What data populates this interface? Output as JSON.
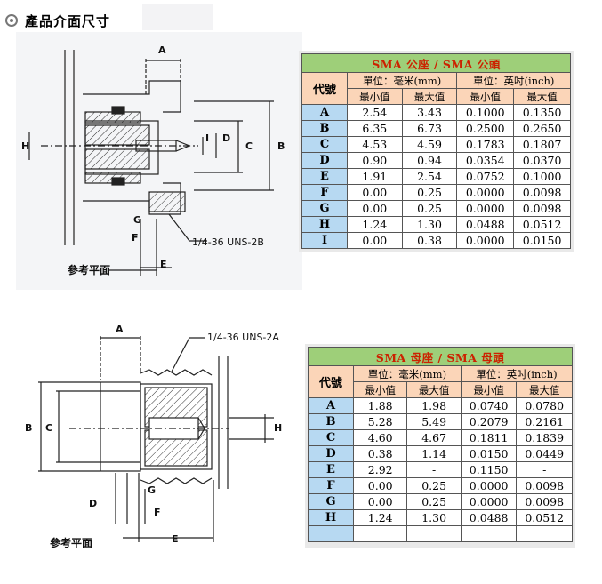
{
  "header": {
    "title": "產品介面尺寸"
  },
  "drawing1": {
    "labels": [
      "A",
      "B",
      "C",
      "D",
      "E",
      "F",
      "G",
      "H",
      "I"
    ],
    "thread": "1/4-36 UNS-2B",
    "ref_plane": "參考平面"
  },
  "drawing2": {
    "labels": [
      "A",
      "B",
      "C",
      "D",
      "E",
      "F",
      "G",
      "H"
    ],
    "thread": "1/4-36 UNS-2A",
    "ref_plane": "參考平面"
  },
  "table1": {
    "caption": "SMA 公座 / SMA 公頭",
    "code_header": "代號",
    "unit_mm": "單位：毫米(mm)",
    "unit_inch": "單位：英吋(inch)",
    "min": "最小值",
    "max": "最大值",
    "rows": [
      {
        "code": "A",
        "mm_min": "2.54",
        "mm_max": "3.43",
        "in_min": "0.1000",
        "in_max": "0.1350"
      },
      {
        "code": "B",
        "mm_min": "6.35",
        "mm_max": "6.73",
        "in_min": "0.2500",
        "in_max": "0.2650"
      },
      {
        "code": "C",
        "mm_min": "4.53",
        "mm_max": "4.59",
        "in_min": "0.1783",
        "in_max": "0.1807"
      },
      {
        "code": "D",
        "mm_min": "0.90",
        "mm_max": "0.94",
        "in_min": "0.0354",
        "in_max": "0.0370"
      },
      {
        "code": "E",
        "mm_min": "1.91",
        "mm_max": "2.54",
        "in_min": "0.0752",
        "in_max": "0.1000"
      },
      {
        "code": "F",
        "mm_min": "0.00",
        "mm_max": "0.25",
        "in_min": "0.0000",
        "in_max": "0.0098"
      },
      {
        "code": "G",
        "mm_min": "0.00",
        "mm_max": "0.25",
        "in_min": "0.0000",
        "in_max": "0.0098"
      },
      {
        "code": "H",
        "mm_min": "1.24",
        "mm_max": "1.30",
        "in_min": "0.0488",
        "in_max": "0.0512"
      },
      {
        "code": "I",
        "mm_min": "0.00",
        "mm_max": "0.38",
        "in_min": "0.0000",
        "in_max": "0.0150"
      }
    ]
  },
  "table2": {
    "caption": "SMA 母座 / SMA 母頭",
    "code_header": "代號",
    "unit_mm": "單位：毫米(mm)",
    "unit_inch": "單位：英吋(inch)",
    "min": "最小值",
    "max": "最大值",
    "rows": [
      {
        "code": "A",
        "mm_min": "1.88",
        "mm_max": "1.98",
        "in_min": "0.0740",
        "in_max": "0.0780"
      },
      {
        "code": "B",
        "mm_min": "5.28",
        "mm_max": "5.49",
        "in_min": "0.2079",
        "in_max": "0.2161"
      },
      {
        "code": "C",
        "mm_min": "4.60",
        "mm_max": "4.67",
        "in_min": "0.1811",
        "in_max": "0.1839"
      },
      {
        "code": "D",
        "mm_min": "0.38",
        "mm_max": "1.14",
        "in_min": "0.0150",
        "in_max": "0.0449"
      },
      {
        "code": "E",
        "mm_min": "2.92",
        "mm_max": "-",
        "in_min": "0.1150",
        "in_max": "-"
      },
      {
        "code": "F",
        "mm_min": "0.00",
        "mm_max": "0.25",
        "in_min": "0.0000",
        "in_max": "0.0098"
      },
      {
        "code": "G",
        "mm_min": "0.00",
        "mm_max": "0.25",
        "in_min": "0.0000",
        "in_max": "0.0098"
      },
      {
        "code": "H",
        "mm_min": "1.24",
        "mm_max": "1.30",
        "in_min": "0.0488",
        "in_max": "0.0512"
      }
    ]
  }
}
